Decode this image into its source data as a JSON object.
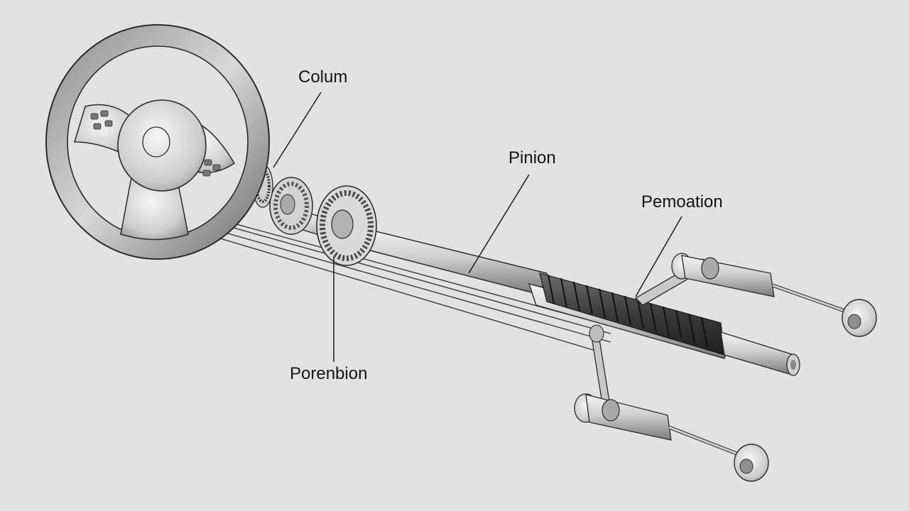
{
  "labels": {
    "colum": "Colum",
    "pinion": "Pinion",
    "pemoation": "Pemoation",
    "porenbion": "Porenbion"
  },
  "colors": {
    "background": "#e2e2e2",
    "metal_light": "#f2f2f2",
    "metal_mid": "#b9b9b9",
    "metal_dark": "#5a5a5a",
    "outline": "#2b2b2b",
    "leader_line": "#1c1c1c"
  }
}
